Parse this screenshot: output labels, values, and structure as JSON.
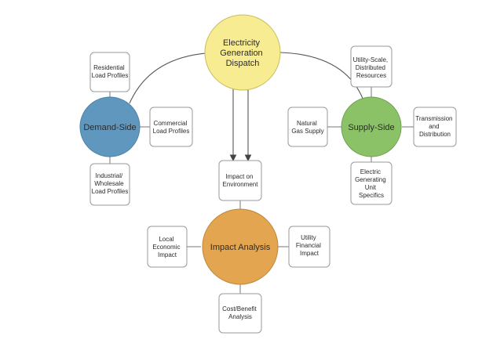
{
  "hubs": {
    "dispatch": {
      "lines": [
        "Electricity",
        "Generation",
        "Dispatch"
      ],
      "color": "#f8ec93"
    },
    "demand": {
      "lines": [
        "Demand-Side"
      ],
      "color": "#5f97bf"
    },
    "supply": {
      "lines": [
        "Supply-Side"
      ],
      "color": "#8cc267"
    },
    "impact": {
      "lines": [
        "Impact Analysis"
      ],
      "color": "#e3a54f"
    }
  },
  "boxes": {
    "residential": {
      "lines": [
        "Residential",
        "Load Profiles"
      ]
    },
    "commercial": {
      "lines": [
        "Commercial",
        "Load Profiles"
      ]
    },
    "industrial": {
      "lines": [
        "Industrial/",
        "Wholesale",
        "Load Profiles"
      ]
    },
    "utility_scale": {
      "lines": [
        "Utility-Scale,",
        "Distributed",
        "Resources"
      ]
    },
    "natural_gas": {
      "lines": [
        "Natural",
        "Gas Supply"
      ]
    },
    "transmission": {
      "lines": [
        "Transmission",
        "and",
        "Distribution"
      ]
    },
    "egu": {
      "lines": [
        "Electric",
        "Generating",
        "Unit",
        "Specifics"
      ]
    },
    "environment": {
      "lines": [
        "Impact on",
        "Environment"
      ]
    },
    "local_econ": {
      "lines": [
        "Local",
        "Economic",
        "Impact"
      ]
    },
    "utility_fin": {
      "lines": [
        "Utility",
        "Financial",
        "Impact"
      ]
    },
    "cost_benefit": {
      "lines": [
        "Cost/Benefit",
        "Analysis"
      ]
    }
  }
}
